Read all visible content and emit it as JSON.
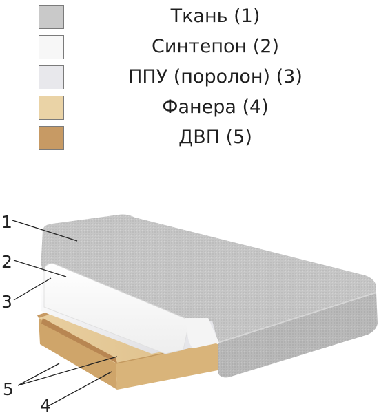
{
  "legend": {
    "items": [
      {
        "label": "Ткань (1)",
        "color": "#c9c9c9"
      },
      {
        "label": "Синтепон (2)",
        "color": "#f7f7f7"
      },
      {
        "label": "ППУ (поролон) (3)",
        "color": "#e8e8ec"
      },
      {
        "label": "Фанера (4)",
        "color": "#ead3a6"
      },
      {
        "label": "ДВП (5)",
        "color": "#c79a64"
      }
    ]
  },
  "callouts": {
    "c1": "1",
    "c2": "2",
    "c3": "3",
    "c4": "4",
    "c5": "5"
  },
  "colors": {
    "fabric": "#c9c9c9",
    "fabric_front": "#bdbdbd",
    "sintepon": "#fafafa",
    "foam": "#ebebee",
    "plywood": "#e3c48f",
    "fiberboard": "#c79a64"
  }
}
